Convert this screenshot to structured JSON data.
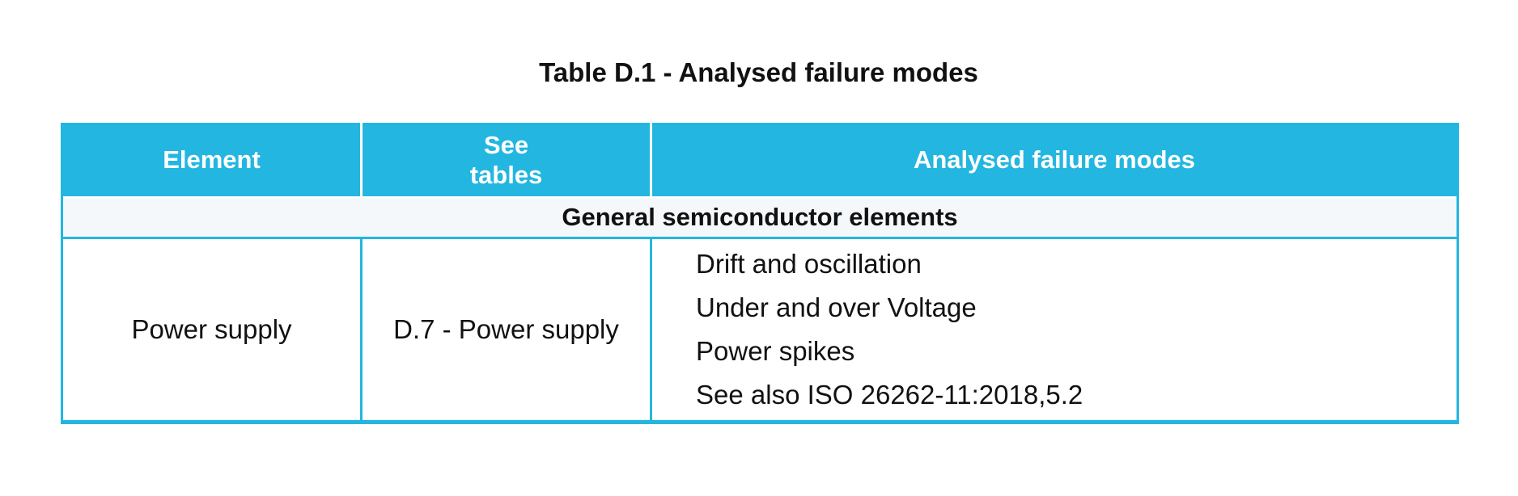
{
  "title": "Table D.1 - Analysed failure modes",
  "colors": {
    "accent": "#23b6e1",
    "section_bg": "#f4f8fb",
    "header_text": "#ffffff",
    "body_text": "#111111",
    "page_bg": "#ffffff"
  },
  "table": {
    "columns": [
      {
        "label": "Element"
      },
      {
        "label": "See\ntables"
      },
      {
        "label": "Analysed failure modes"
      }
    ],
    "section_row": {
      "label": "General semiconductor elements"
    },
    "rows": [
      {
        "element": "Power supply",
        "see_tables": "D.7 - Power supply",
        "failure_modes": [
          "Drift and oscillation",
          "Under and over Voltage",
          "Power spikes",
          "See also ISO 26262-11:2018,5.2"
        ]
      }
    ]
  }
}
